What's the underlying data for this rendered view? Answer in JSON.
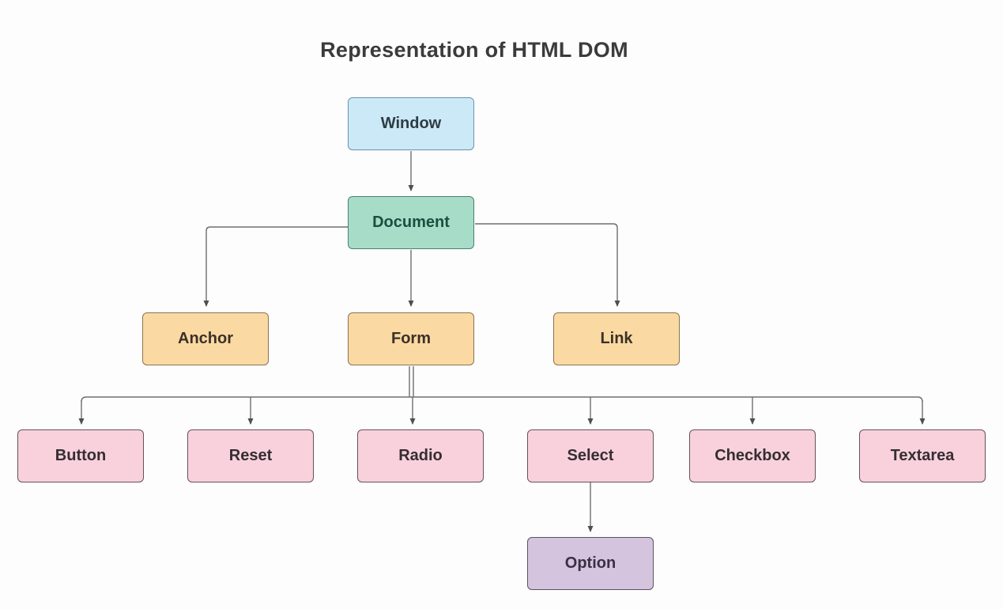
{
  "title": "Representation of HTML DOM",
  "diagram": {
    "type": "tree",
    "nodes": {
      "window": {
        "label": "Window",
        "level": 1,
        "fill": "#cbe9f7",
        "stroke": "#6b93a9"
      },
      "document": {
        "label": "Document",
        "level": 2,
        "fill": "#a6dcc8",
        "stroke": "#49826f"
      },
      "anchor": {
        "label": "Anchor",
        "level": 3,
        "fill": "#fbd9a3",
        "stroke": "#8a7450"
      },
      "form": {
        "label": "Form",
        "level": 3,
        "fill": "#fbd9a3",
        "stroke": "#8a7450"
      },
      "link": {
        "label": "Link",
        "level": 3,
        "fill": "#fbd9a3",
        "stroke": "#8a7450"
      },
      "button": {
        "label": "Button",
        "level": 4,
        "fill": "#f9d1dc",
        "stroke": "#645359"
      },
      "reset": {
        "label": "Reset",
        "level": 4,
        "fill": "#f9d1dc",
        "stroke": "#645359"
      },
      "radio": {
        "label": "Radio",
        "level": 4,
        "fill": "#f9d1dc",
        "stroke": "#645359"
      },
      "select": {
        "label": "Select",
        "level": 4,
        "fill": "#f9d1dc",
        "stroke": "#645359"
      },
      "checkbox": {
        "label": "Checkbox",
        "level": 4,
        "fill": "#f9d1dc",
        "stroke": "#645359"
      },
      "textarea": {
        "label": "Textarea",
        "level": 4,
        "fill": "#f9d1dc",
        "stroke": "#645359"
      },
      "option": {
        "label": "Option",
        "level": 5,
        "fill": "#d5c4de",
        "stroke": "#5c5262"
      }
    },
    "edges": [
      {
        "from": "Window",
        "to": "Document"
      },
      {
        "from": "Document",
        "to": "Anchor"
      },
      {
        "from": "Document",
        "to": "Form"
      },
      {
        "from": "Document",
        "to": "Link"
      },
      {
        "from": "Form",
        "to": "Button"
      },
      {
        "from": "Form",
        "to": "Reset"
      },
      {
        "from": "Form",
        "to": "Radio"
      },
      {
        "from": "Form",
        "to": "Select"
      },
      {
        "from": "Form",
        "to": "Checkbox"
      },
      {
        "from": "Form",
        "to": "Textarea"
      },
      {
        "from": "Select",
        "to": "Option"
      }
    ],
    "connector_color": "#6e6e6e",
    "background_color": "#fdfdfd",
    "title_color": "#3b3b3b"
  }
}
